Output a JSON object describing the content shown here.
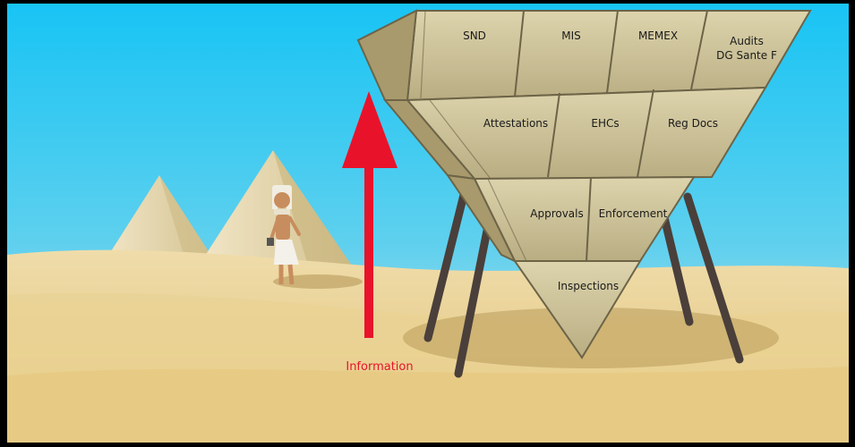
{
  "pyramid": {
    "top_row": [
      "SND",
      "MIS",
      "MEMEX",
      "Audits",
      "DG Sante F"
    ],
    "second_row": [
      "Attestations",
      "EHCs",
      "Reg Docs"
    ],
    "third_row": [
      "Approvals",
      "Enforcement"
    ],
    "bottom": "Inspections"
  },
  "arrow": {
    "label": "Information",
    "color": "#e8132a"
  },
  "colors": {
    "sky_top": "#18c4f4",
    "sky_bottom": "#cfe6ec",
    "sand": "#e8cf8e",
    "stone": "#cfc397"
  }
}
